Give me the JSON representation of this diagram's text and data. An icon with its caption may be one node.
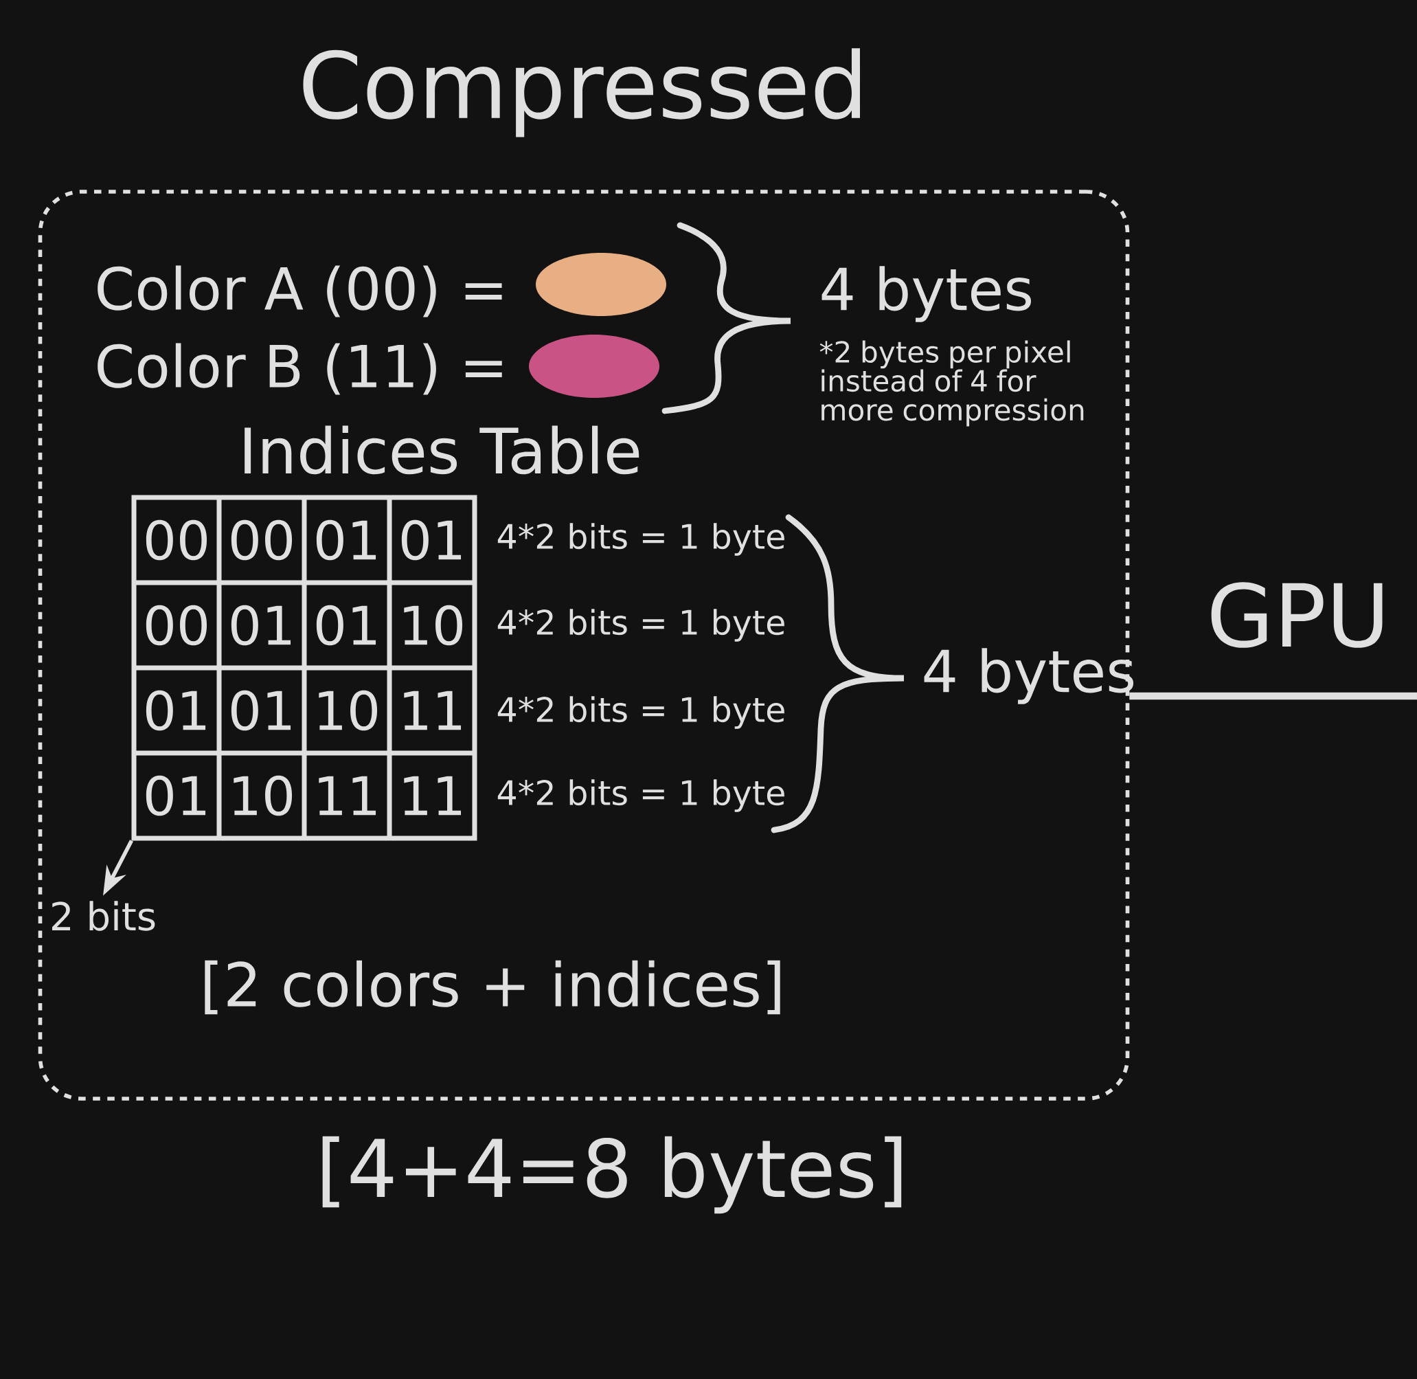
{
  "diagram": {
    "nodes": [
      {
        "text": [
          "Compressed",
          "[2 colors + indices]"
        ],
        "beside": [
          "[4+4=8 bytes]"
        ]
      },
      {
        "text": [
          "Indices Table"
        ],
        "in": 0,
        "beside": [
          "4*2 bits = 1 byte",
          "4*2 bits = 1 byte",
          "4*2 bits = 1 byte",
          "4*2 bits = 1 byte"
        ]
      },
      {
        "text": [
          "2 bits"
        ],
        "in": 0
      }
    ],
    "edges": [
      {
        "from": 1,
        "to": 2,
        "arrow": "to"
      },
      {
        "from": 0,
        "to": null,
        "arrow": "none",
        "label": "GPU",
        "style": "thick"
      }
    ],
    "labels": [
      "4 bytes",
      "*2 bytes per pixel instead of 4 for more compression",
      "00",
      "00",
      "01",
      "01",
      "00",
      "01",
      "01",
      "10",
      "01",
      "01",
      "10",
      "11",
      "01",
      "10",
      "11",
      "11",
      "4 bytes"
    ],
    "legend": [
      {
        "text": "Color A (00) =",
        "color": "#e8ae84"
      },
      {
        "text": "Color B (11) =",
        "color": "#c95384"
      }
    ]
  }
}
